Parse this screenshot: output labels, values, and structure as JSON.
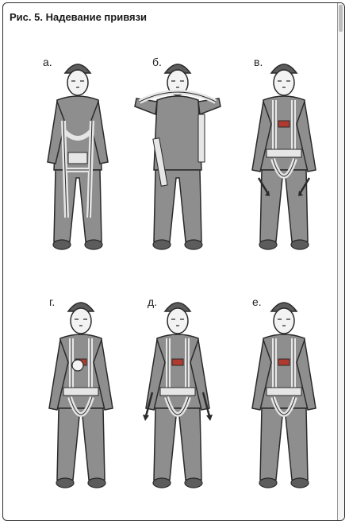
{
  "title": "Рис. 5. Надевание привязи",
  "figures": [
    {
      "label": "а.",
      "pose": "harness-held-front"
    },
    {
      "label": "б.",
      "pose": "harness-over-shoulders"
    },
    {
      "label": "в.",
      "pose": "leg-straps-arrows-down"
    },
    {
      "label": "г.",
      "pose": "fastening-chest-buckle"
    },
    {
      "label": "д.",
      "pose": "tightening-waist-arrows"
    },
    {
      "label": "е.",
      "pose": "harness-fitted"
    }
  ],
  "colors": {
    "figure_fill": "#8e8e8e",
    "figure_dark": "#5c5c5c",
    "outline": "#2a2a2a",
    "harness": "#e6e6e6",
    "harness_red": "#b03a2e"
  },
  "icons": [
    "arrow-icon",
    "scrollbar"
  ]
}
